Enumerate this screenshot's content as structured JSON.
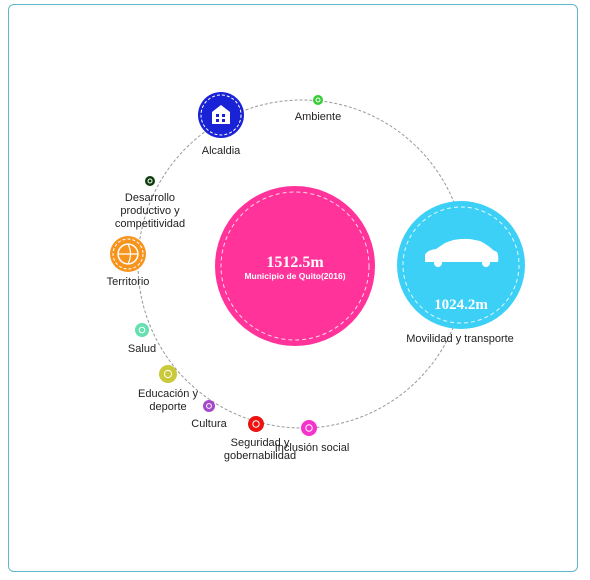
{
  "center": {
    "value": "1512.5m",
    "label": "Municipio de Quito(2016)",
    "color": "#ff3399"
  },
  "featured": {
    "value": "1024.2m",
    "label": "Movilidad y transporte",
    "color": "#3dd0f7",
    "icon": "car-icon"
  },
  "nodes": [
    {
      "id": "ambiente",
      "label": [
        "Ambiente"
      ],
      "color": "#33cc33",
      "icon": "leaf-icon"
    },
    {
      "id": "alcaldia",
      "label": [
        "Alcaldia"
      ],
      "color": "#1a22d6",
      "icon": "building-icon"
    },
    {
      "id": "desarrollo",
      "label": [
        "Desarrollo",
        "productivo y",
        "competitividad"
      ],
      "color": "#0b3d0b",
      "icon": "chart-icon"
    },
    {
      "id": "territorio",
      "label": [
        "Territorio"
      ],
      "color": "#f7941d",
      "icon": "globe-icon"
    },
    {
      "id": "salud",
      "label": [
        "Salud"
      ],
      "color": "#66e0b0",
      "icon": "health-icon"
    },
    {
      "id": "educacion",
      "label": [
        "Educación y",
        "deporte"
      ],
      "color": "#c9c93a",
      "icon": "book-icon"
    },
    {
      "id": "cultura",
      "label": [
        "Cultura"
      ],
      "color": "#a349c9",
      "icon": "culture-icon"
    },
    {
      "id": "seguridad",
      "label": [
        "Seguridad y",
        "gobernabilidad"
      ],
      "color": "#ee1111",
      "icon": "shield-icon"
    },
    {
      "id": "inclusion",
      "label": [
        "Inclusión social"
      ],
      "color": "#f533cc",
      "icon": "people-icon"
    }
  ]
}
